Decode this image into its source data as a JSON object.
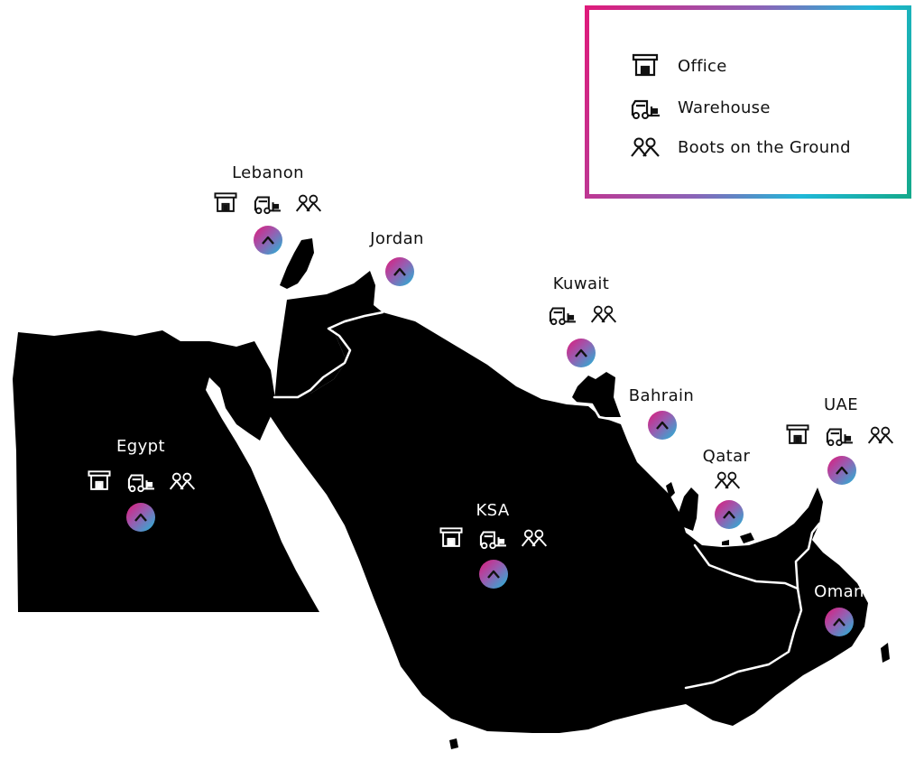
{
  "legend": {
    "items": [
      {
        "icon": "office-icon",
        "label": "Office"
      },
      {
        "icon": "warehouse-icon",
        "label": "Warehouse"
      },
      {
        "icon": "boots-on-the-ground-icon",
        "label": "Boots on the Ground"
      }
    ],
    "gradient_colors": [
      "#e0197a",
      "#8a64b8",
      "#1fb8d8",
      "#14a98a"
    ]
  },
  "countries": [
    {
      "name": "Lebanon",
      "services": [
        "office",
        "warehouse",
        "boots"
      ]
    },
    {
      "name": "Jordan",
      "services": []
    },
    {
      "name": "Kuwait",
      "services": [
        "warehouse",
        "boots"
      ]
    },
    {
      "name": "Bahrain",
      "services": []
    },
    {
      "name": "UAE",
      "services": [
        "office",
        "warehouse",
        "boots"
      ]
    },
    {
      "name": "Qatar",
      "services": [
        "boots"
      ]
    },
    {
      "name": "Egypt",
      "services": [
        "office",
        "warehouse",
        "boots"
      ]
    },
    {
      "name": "KSA",
      "services": [
        "office",
        "warehouse",
        "boots"
      ]
    },
    {
      "name": "Oman",
      "services": []
    }
  ],
  "colors": {
    "land": "#000000",
    "border": "#ffffff",
    "marker_gradient": [
      "#e0197a",
      "#1fb8d8"
    ]
  },
  "marker_icon": "chevron-up-icon"
}
